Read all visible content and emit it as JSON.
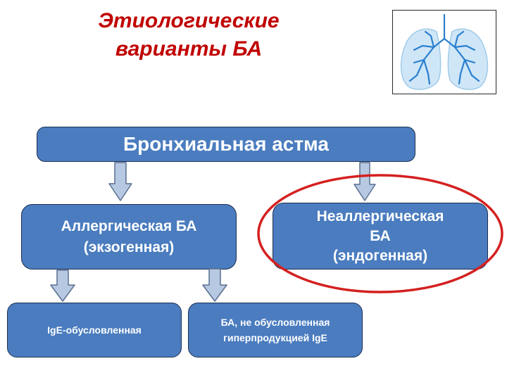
{
  "title": {
    "line1": "Этиологические",
    "line2": "варианты БА"
  },
  "image": {
    "icon": "lungs-icon"
  },
  "diagram": {
    "root": "Бронхиальная астма",
    "allergic": {
      "line1": "Аллергическая БА",
      "line2": "(экзогенная)"
    },
    "nonallergic": {
      "line1": "Неаллергическая",
      "line2": "БА",
      "line3": "(эндогенная)"
    },
    "ige_mediated": "IgE-обусловленная",
    "non_ige": {
      "line1": "БА, не обусловленная",
      "line2": "гиперпродукцией IgE"
    }
  },
  "colors": {
    "title": "#c00000",
    "box_fill": "#4a7cbf",
    "box_border": "#1f3050",
    "arrow_fill": "#b7c9e2",
    "arrow_stroke": "#5a6f8f",
    "highlight_ellipse": "#d42020",
    "lung_fill": "#cfe6f7",
    "bronchi": "#2a7fd0"
  }
}
